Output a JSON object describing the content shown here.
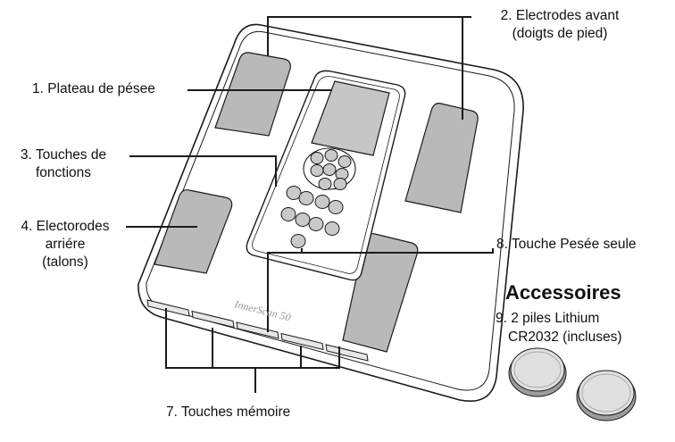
{
  "labels": {
    "l1": "1. Plateau de pésee",
    "l2_line1": "2. Electrodes avant",
    "l2_line2": "(doigts de pied)",
    "l3_line1": "3. Touches de",
    "l3_line2": "fonctions",
    "l4_line1": "4. Electorodes",
    "l4_line2": "arriére",
    "l4_line3": "(talons)",
    "l7": "7. Touches mémoire",
    "l8": "8. Touche Pesée seule"
  },
  "device": {
    "brand": "InnerScan 50"
  },
  "accessories": {
    "heading": "Accessoires",
    "item_line1": "9. 2 piles Lithium",
    "item_line2": "CR2032 (incluses)"
  },
  "colors": {
    "outline": "#1a1a1a",
    "pad": "#b9b9b9",
    "screen": "#c6c6c6",
    "key": "#c9c9c9",
    "coin": "#dedede"
  }
}
